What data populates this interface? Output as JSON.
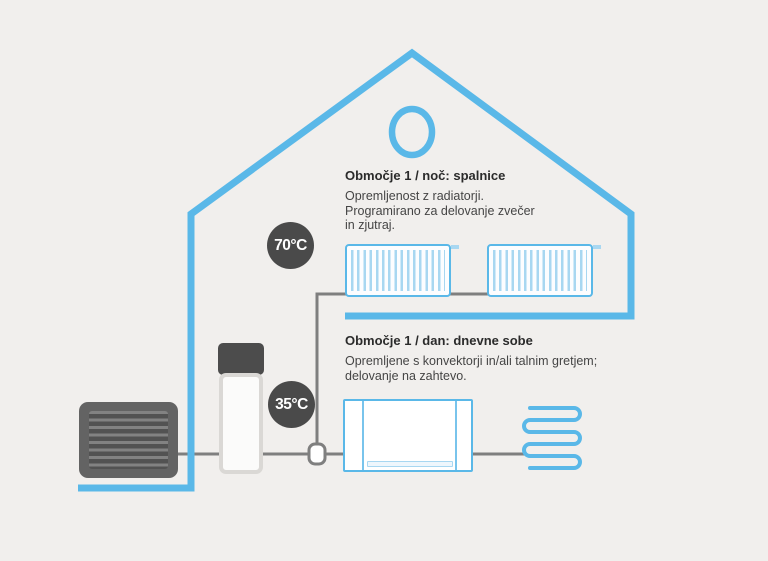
{
  "zones": {
    "night": {
      "title": "Območje 1 / noč: spalnice",
      "lines": [
        "Opremljenost z radiatorji.",
        "Programirano za delovanje zvečer",
        "in zjutraj."
      ]
    },
    "day": {
      "title": "Območje 1 / dan: dnevne sobe",
      "lines": [
        "Opremljene s konvektorji in/ali talnim gretjem;",
        "delovanje na zahtevo."
      ]
    }
  },
  "temperatures": {
    "radiator_circuit": "70°C",
    "floor_circuit": "35°C"
  },
  "icons": {
    "house_outline": "house-outline",
    "round_window": "round-window-icon",
    "radiators": "radiator-icon",
    "heat_pump": "heat-pump-icon",
    "water_tank": "water-tank-icon",
    "convector": "convector-icon",
    "floor_coil": "floor-heating-coil-icon",
    "valve": "pipe-connector-valve-icon"
  },
  "colors": {
    "house_blue": "#5ab8e8",
    "light_blue": "#a8d7f1",
    "pipe_gray": "#7f7f7f",
    "dark_gray": "#4c4c4c",
    "background": "#f1efed",
    "badge_text": "#ffffff"
  }
}
